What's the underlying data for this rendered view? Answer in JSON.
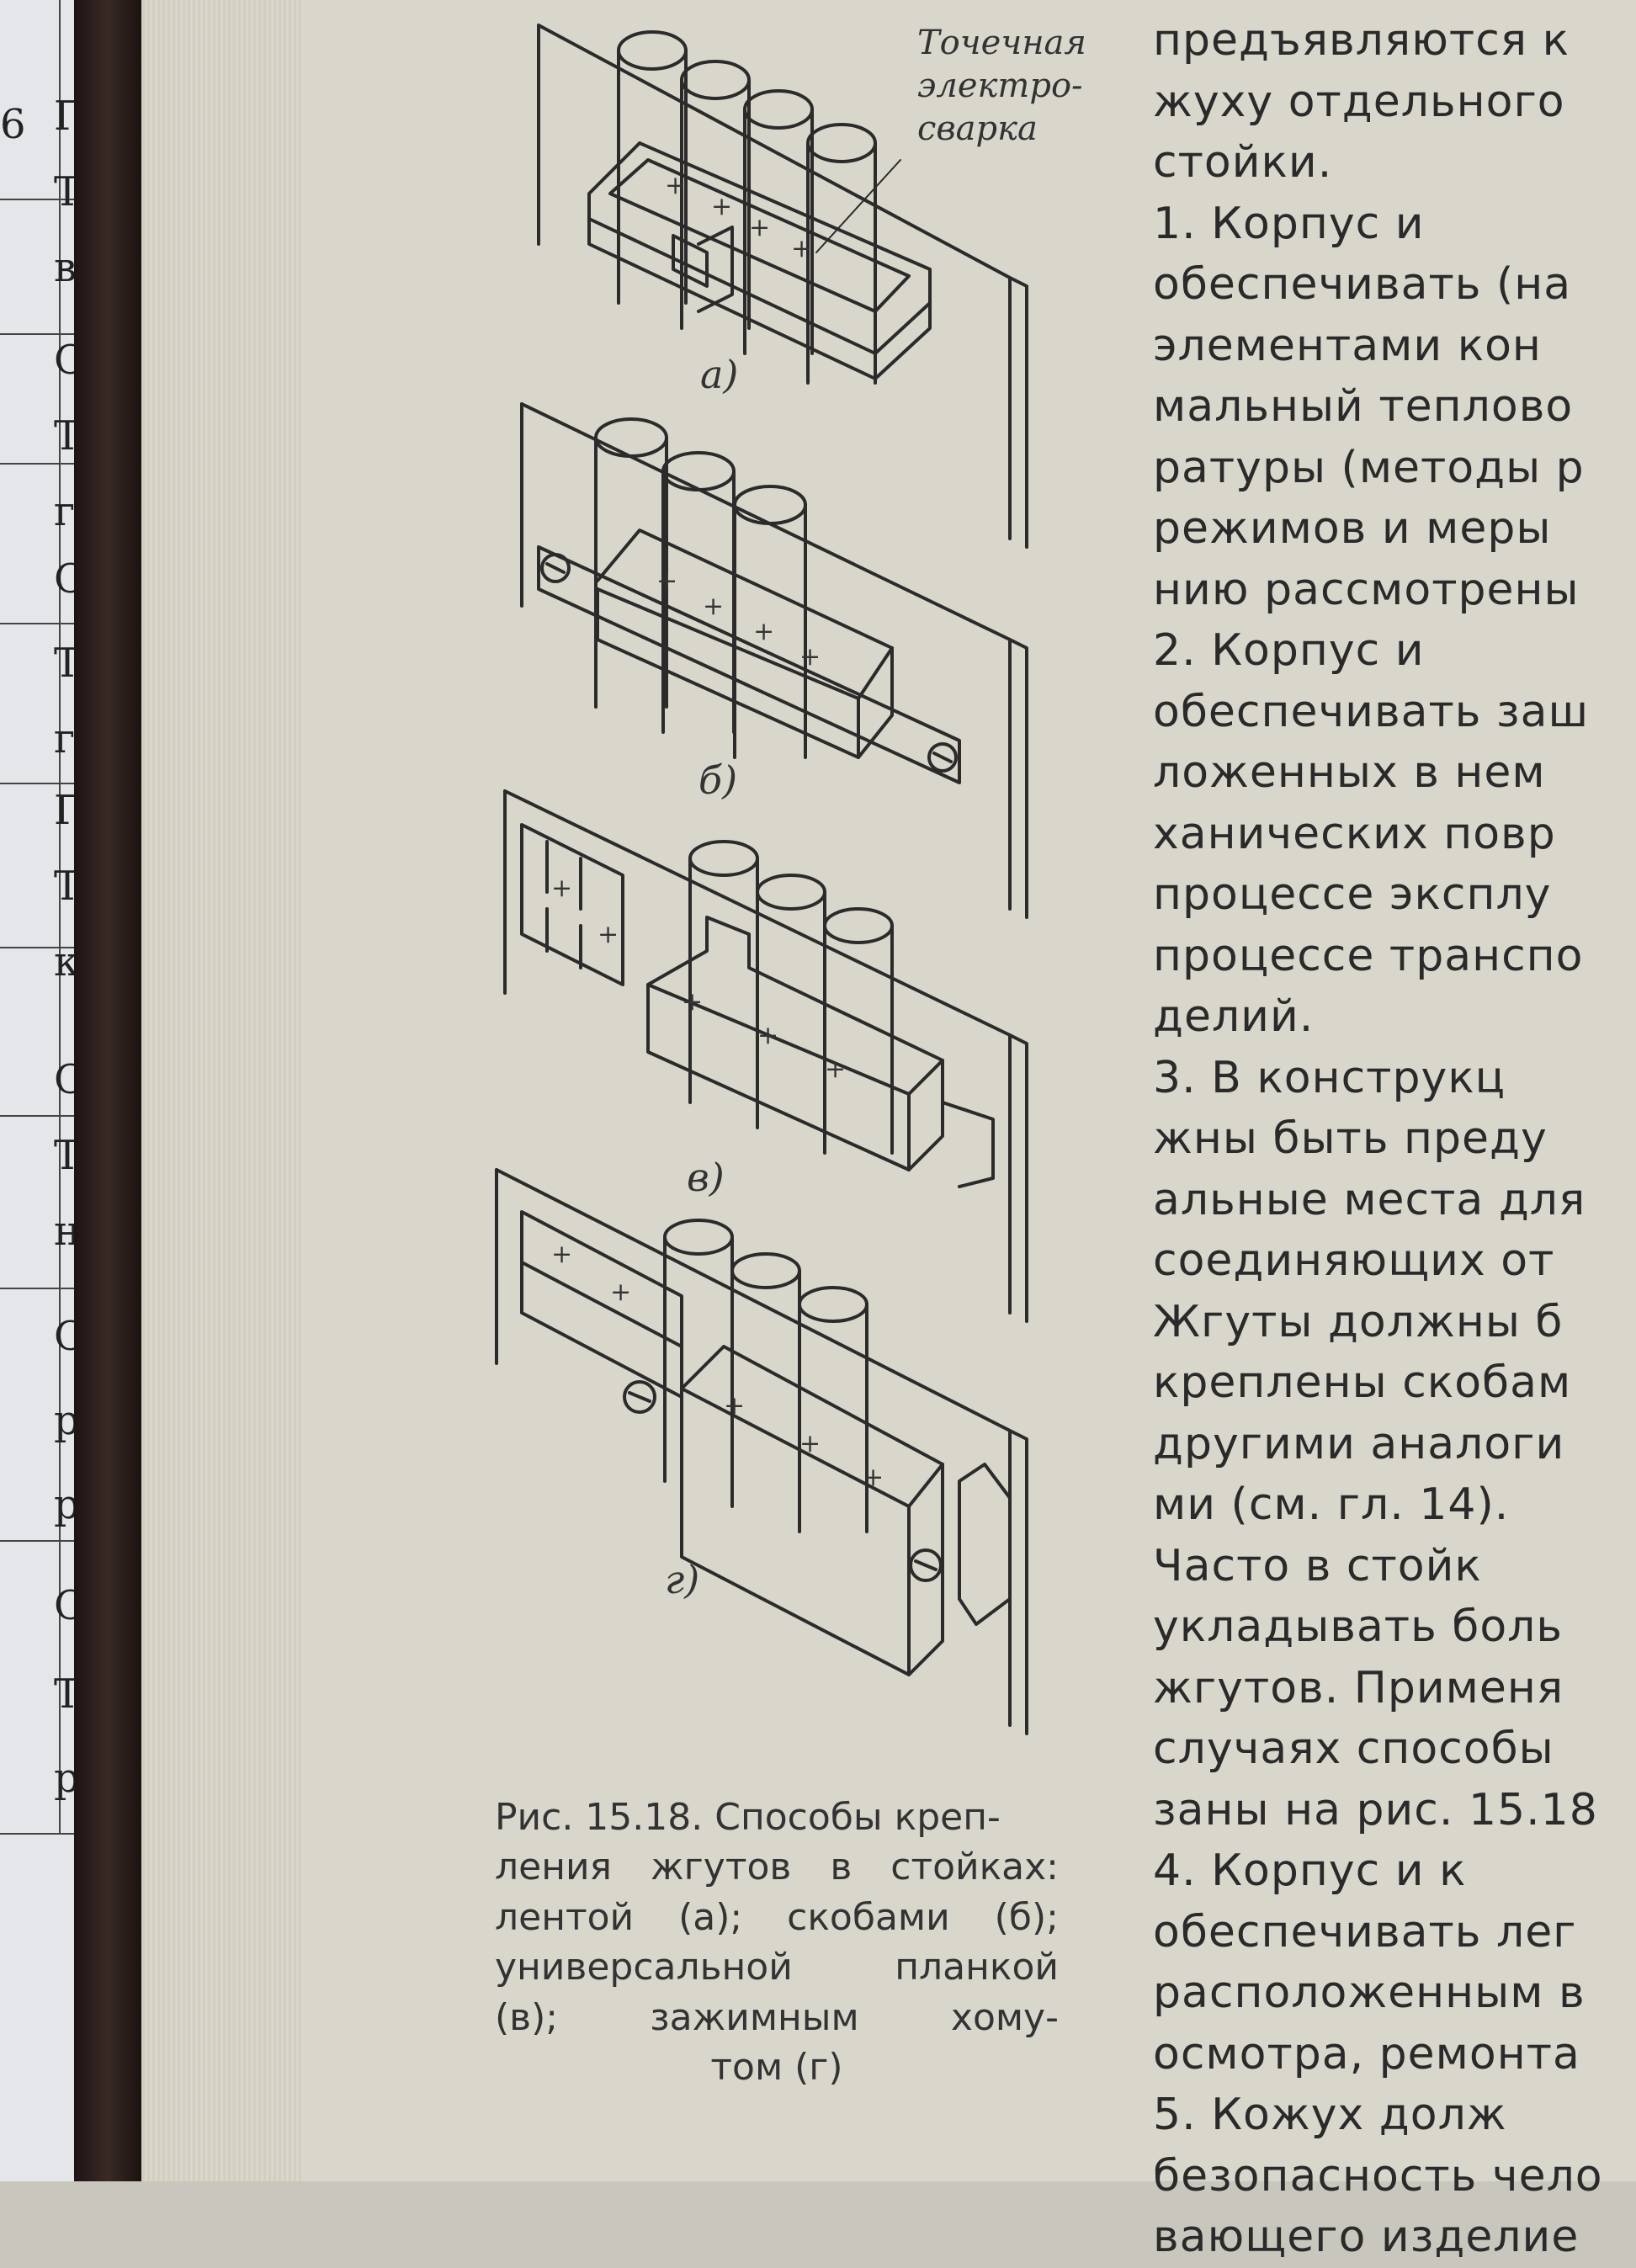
{
  "under_page": {
    "letters": [
      "6",
      "Г",
      "Т",
      "в",
      "С",
      "Т",
      "г",
      "С",
      "Т",
      "г",
      "Г",
      "Т",
      "к",
      "С",
      "Т",
      "н",
      "С",
      "р",
      "р",
      "С",
      "Т",
      "р"
    ]
  },
  "figure": {
    "callout": [
      "Точечная",
      "электро-",
      "сварка"
    ],
    "labels": {
      "a": "а)",
      "b": "б)",
      "v": "в)",
      "g": "г)"
    }
  },
  "caption": {
    "lines": [
      [
        "Рис. 15.18. Способы креп-"
      ],
      [
        "ления",
        "жгутов",
        "в",
        "стойках:"
      ],
      [
        "лентой",
        "(а);",
        "скобами",
        "(б);"
      ],
      [
        "универсальной",
        "планкой"
      ],
      [
        "(в);",
        "зажимным",
        "хому-"
      ],
      [
        "том (г)"
      ]
    ]
  },
  "body_text": [
    "предъявляются к",
    "жуху отдельного",
    "стойки.",
    "   1. Корпус и",
    "обеспечивать (на",
    "элементами кон",
    "мальный теплово",
    "ратуры (методы р",
    "режимов и меры",
    "нию рассмотрены",
    "   2. Корпус и",
    "обеспечивать заш",
    "ложенных в нем",
    "ханических повр",
    "процессе эксплу",
    "процессе транспо",
    "делий.",
    "   3. В конструкц",
    "жны быть преду",
    "альные места для",
    "соединяющих от",
    "Жгуты должны б",
    "креплены скобам",
    "другими аналоги",
    "ми (см. гл. 14).",
    "   Часто в стойк",
    "укладывать боль",
    "жгутов. Применя",
    "случаях способы",
    "заны на рис. 15.18",
    "   4. Корпус и к",
    "обеспечивать лег",
    "расположенным в",
    "осмотра, ремонта",
    "   5. Кожух долж",
    "безопасность чело",
    "вающего изделие"
  ]
}
